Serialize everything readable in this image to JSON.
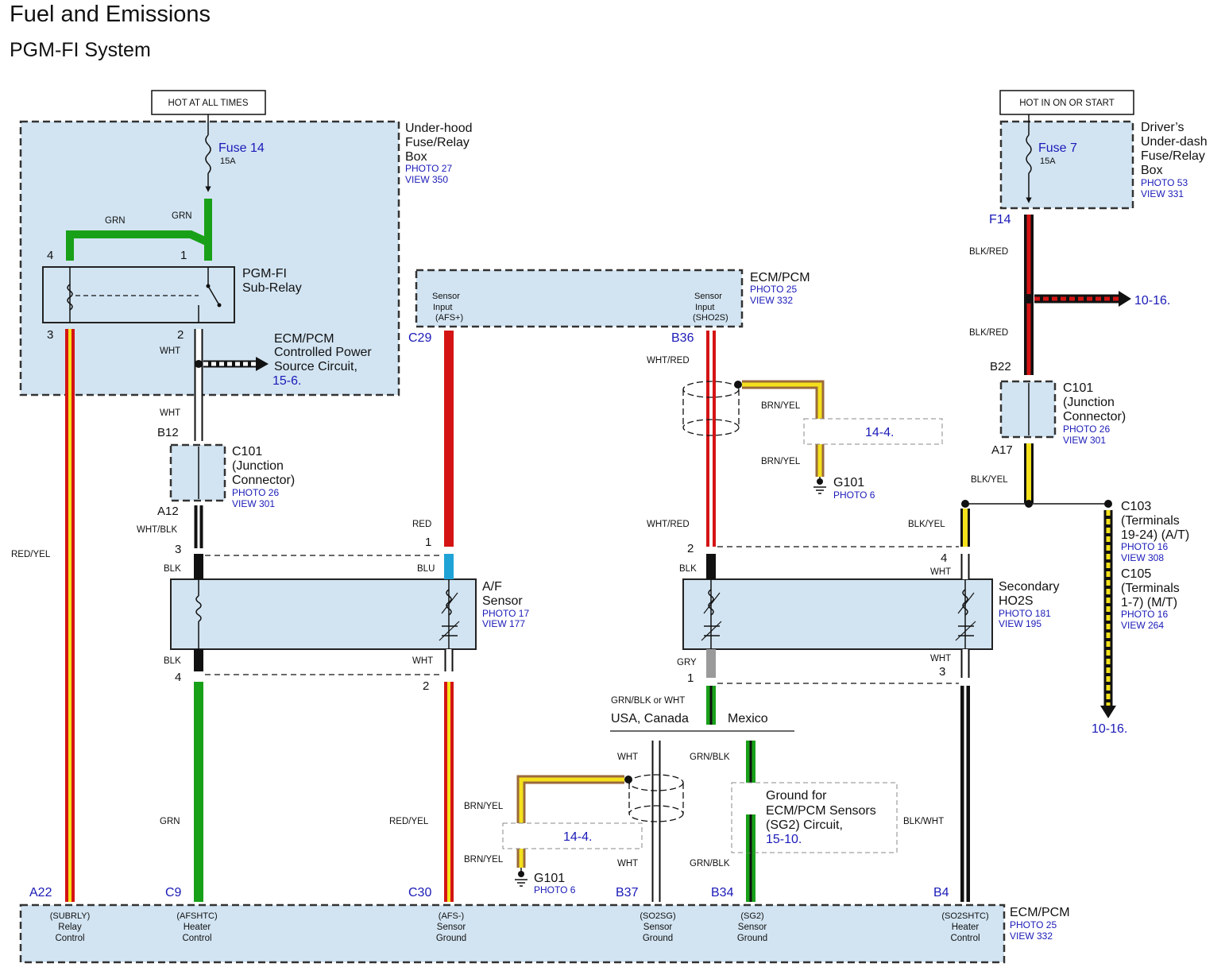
{
  "header": {
    "title": "Fuel and Emissions",
    "subtitle": "PGM-FI System"
  },
  "power": {
    "hot_all": "HOT AT ALL TIMES",
    "hot_on": "HOT IN ON OR START"
  },
  "underhood": {
    "name": [
      "Under-hood",
      "Fuse/Relay",
      "Box"
    ],
    "photo": "PHOTO 27",
    "view": "VIEW 350",
    "fuse": "Fuse 14",
    "amp": "15A"
  },
  "dash": {
    "name": [
      "Driver’s",
      "Under-dash",
      "Fuse/Relay",
      "Box"
    ],
    "photo": "PHOTO 53",
    "view": "VIEW 331",
    "fuse": "Fuse 7",
    "amp": "15A"
  },
  "relay": {
    "name": [
      "PGM-FI",
      "Sub-Relay"
    ],
    "pin4": "4",
    "pin1": "1",
    "pin3": "3",
    "pin2": "2"
  },
  "ecm_power": {
    "lines": [
      "ECM/PCM",
      "Controlled Power",
      "Source Circuit,"
    ],
    "ref": "15-6."
  },
  "ecm_top": {
    "name": "ECM/PCM",
    "photo": "PHOTO 25",
    "view": "VIEW 332",
    "left": [
      "Sensor",
      "Input",
      "(AFS+)"
    ],
    "right": [
      "Sensor",
      "Input",
      "(SHO2S)"
    ]
  },
  "c101_left": {
    "name": [
      "C101",
      "(Junction",
      "Connector)"
    ],
    "photo": "PHOTO 26",
    "view": "VIEW 301",
    "top": "B12",
    "bottom": "A12"
  },
  "c101_right": {
    "name": [
      "C101",
      "(Junction",
      "Connector)"
    ],
    "photo": "PHOTO 26",
    "view": "VIEW 301",
    "top": "B22",
    "bottom": "A17"
  },
  "af": {
    "name": [
      "A/F",
      "Sensor"
    ],
    "photo": "PHOTO 17",
    "view": "VIEW 177"
  },
  "ho2s": {
    "name": [
      "Secondary",
      "HO2S"
    ],
    "photo": "PHOTO 181",
    "view": "VIEW 195"
  },
  "c103": {
    "lines": [
      "C103",
      "(Terminals",
      "19-24) (A/T)"
    ],
    "photo": "PHOTO 16",
    "view": "VIEW 308"
  },
  "c105": {
    "lines": [
      "C105",
      "(Terminals",
      "1-7) (M/T)"
    ],
    "photo": "PHOTO 16",
    "view": "VIEW 264"
  },
  "g101": {
    "name": "G101",
    "photo": "PHOTO 6"
  },
  "sg2": {
    "lines": [
      "Ground for",
      "ECM/PCM Sensors",
      "(SG2) Circuit,"
    ],
    "ref": "15-10."
  },
  "refs": {
    "r1416": "10-16.",
    "r144": "14-4."
  },
  "region": {
    "usa": "USA, Canada",
    "mexico": "Mexico"
  },
  "wires": {
    "grn": "GRN",
    "wht": "WHT",
    "whtblk": "WHT/BLK",
    "blk": "BLK",
    "redyel": "RED/YEL",
    "red": "RED",
    "blu": "BLU",
    "whtred": "WHT/RED",
    "brnyel": "BRN/YEL",
    "gry": "GRY",
    "grnblk_or_wht": "GRN/BLK or WHT",
    "grnblk": "GRN/BLK",
    "blkred": "BLK/RED",
    "blkyel": "BLK/YEL",
    "blkwht": "BLK/WHT"
  },
  "pins": {
    "c29": "C29",
    "b36": "B36",
    "f14": "F14",
    "p1": "1",
    "p2": "2",
    "p3": "3",
    "p4": "4"
  },
  "ecm_bottom": {
    "name": "ECM/PCM",
    "photo": "PHOTO 25",
    "view": "VIEW 332",
    "terminals": [
      {
        "pin": "A22",
        "code": "(SUBRLY)",
        "l1": "Relay",
        "l2": "Control"
      },
      {
        "pin": "C9",
        "code": "(AFSHTC)",
        "l1": "Heater",
        "l2": "Control"
      },
      {
        "pin": "C30",
        "code": "(AFS-)",
        "l1": "Sensor",
        "l2": "Ground"
      },
      {
        "pin": "B37",
        "code": "(SO2SG)",
        "l1": "Sensor",
        "l2": "Ground"
      },
      {
        "pin": "B34",
        "code": "(SG2)",
        "l1": "Sensor",
        "l2": "Ground"
      },
      {
        "pin": "B4",
        "code": "(SO2SHTC)",
        "l1": "Heater",
        "l2": "Control"
      }
    ]
  },
  "colors": {
    "box_fill": "#d2e4f2",
    "link": "#1a1ab8",
    "grn": "#19a019",
    "red": "#d41414",
    "yel": "#f4e11c",
    "brn": "#9a6a3c",
    "blu": "#1fa3d6"
  }
}
